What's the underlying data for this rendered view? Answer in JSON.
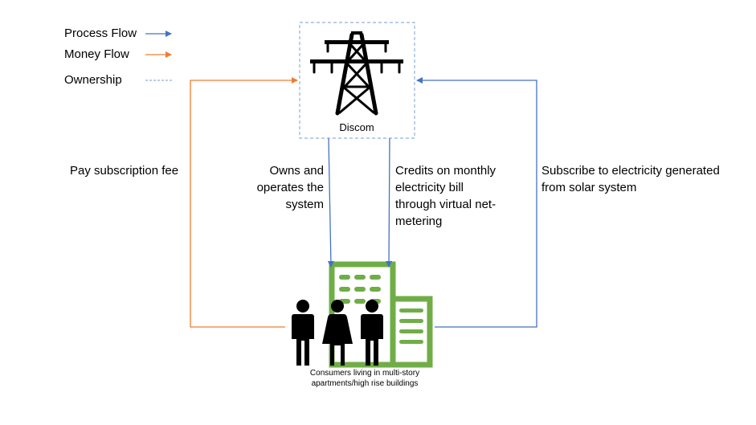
{
  "legend": {
    "process_flow": "Process Flow",
    "money_flow": "Money Flow",
    "ownership": "Ownership"
  },
  "colors": {
    "process": "#4472c4",
    "money": "#ed7d31",
    "ownership": "#8fb1d9",
    "building": "#70ad47",
    "icon": "#000000"
  },
  "nodes": {
    "discom": "Discom",
    "consumers_line1": "Consumers living in multi-story",
    "consumers_line2": "apartments/high rise buildings"
  },
  "flows": {
    "pay_fee": "Pay subscription fee",
    "owns_line1": "Owns and",
    "owns_line2": "operates the",
    "owns_line3": "system",
    "credits_line1": "Credits on monthly",
    "credits_line2": "electricity bill",
    "credits_line3": "through virtual net-",
    "credits_line4": "metering",
    "subscribe_line1": "Subscribe to electricity generated",
    "subscribe_line2": "from solar system"
  }
}
